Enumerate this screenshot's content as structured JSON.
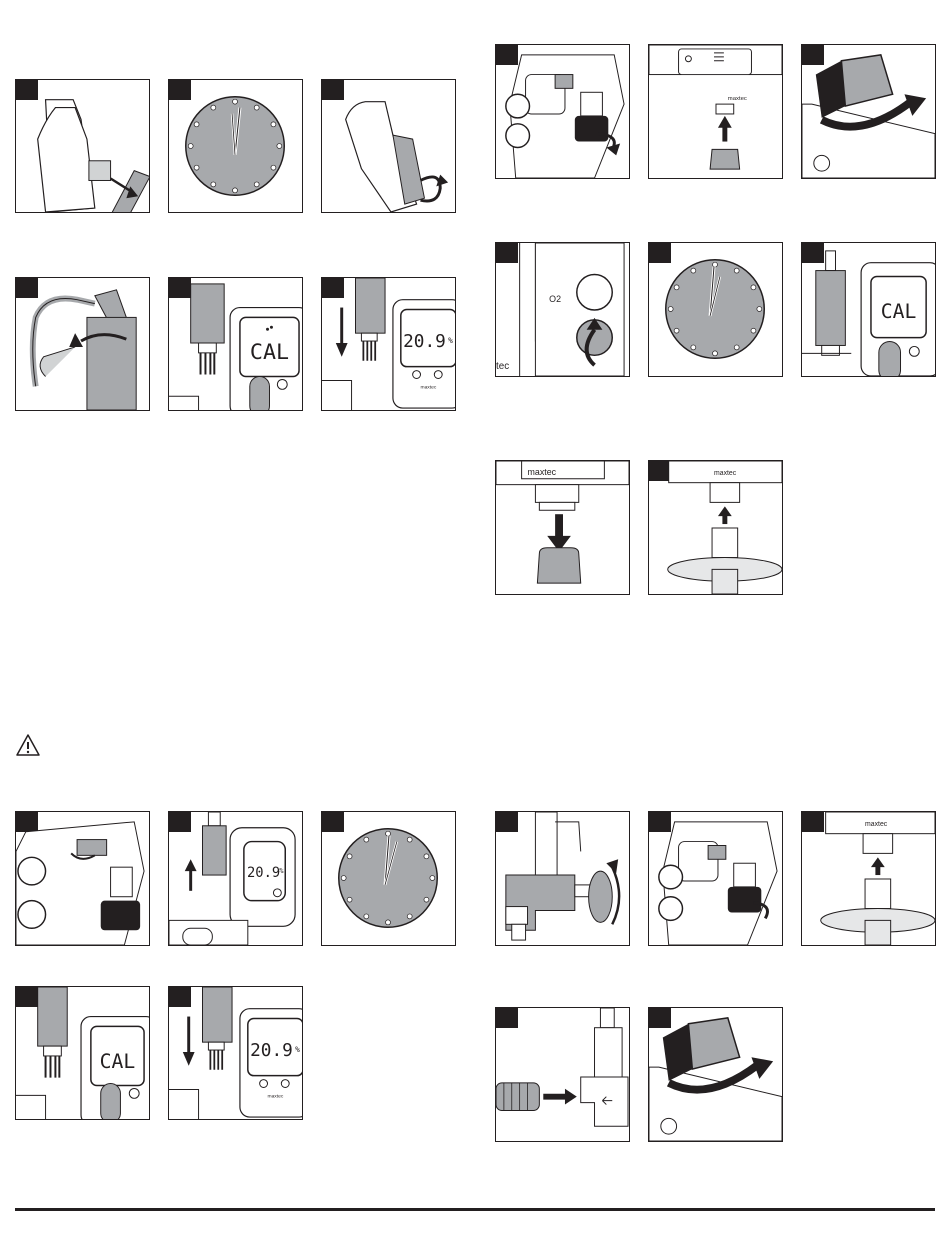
{
  "steps": {
    "sensor_cal_1": {
      "lcd": "CAL"
    },
    "sensor_cal_2": {
      "lcd": "20.9",
      "unit": "%",
      "brand": "maxtec"
    },
    "device_cal_1": {
      "lcd": "20.9",
      "unit": "%"
    },
    "device_cal_2": {
      "lcd": "CAL"
    },
    "device_cal_3": {
      "lcd": "20.9",
      "unit": "%",
      "brand": "maxtec"
    },
    "valve_steps": {
      "label": "maxtec"
    },
    "o2_label": "O2",
    "side_label": "tec",
    "cap_brand": "maxtec",
    "filter_brand": "maxtec"
  },
  "colors": {
    "ink": "#231f20",
    "sensor_fill": "#a7a9ac",
    "light_fill": "#e6e7e8"
  }
}
